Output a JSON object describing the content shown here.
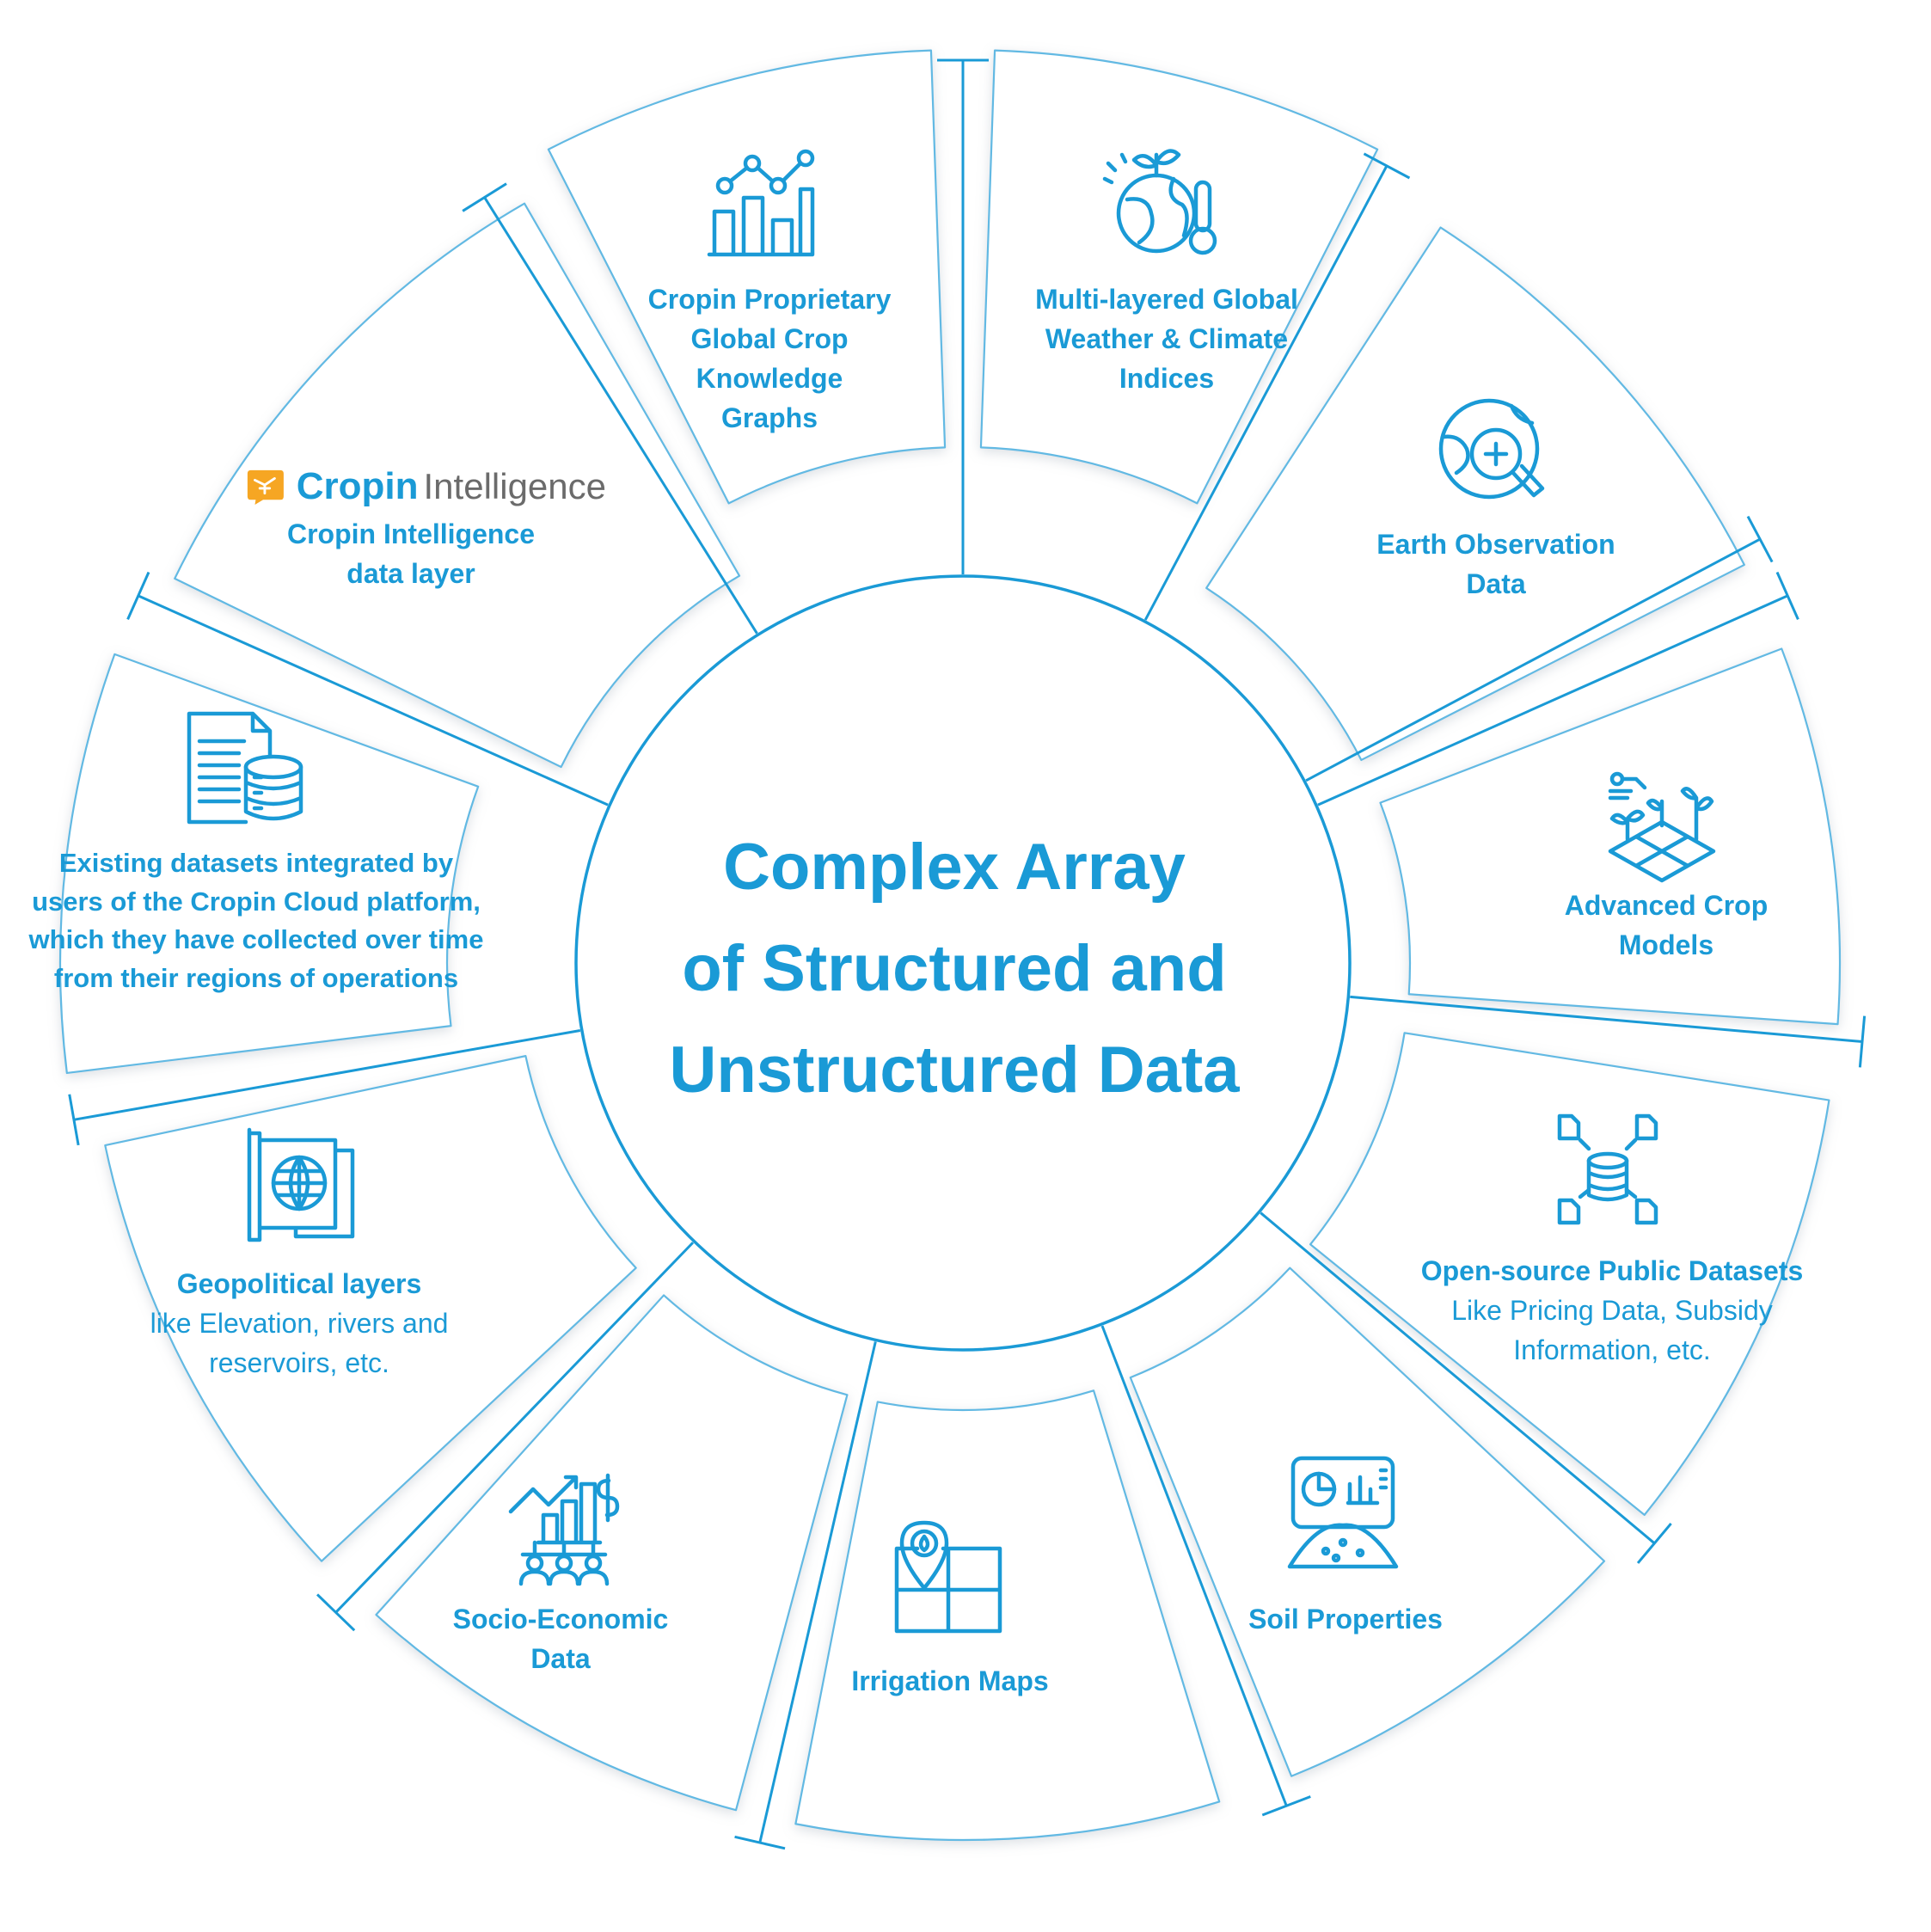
{
  "center": {
    "lines": [
      "Complex Array",
      "of Structured and",
      "Unstructured Data"
    ]
  },
  "segments": [
    {
      "id": "proprietary-graphs",
      "icon": "bar-line-chart-icon",
      "lines": [
        "Cropin Proprietary",
        "Global Crop",
        "Knowledge",
        "Graphs"
      ]
    },
    {
      "id": "weather-climate",
      "icon": "globe-thermometer-icon",
      "lines": [
        "Multi-layered Global",
        "Weather & Climate",
        "Indices"
      ]
    },
    {
      "id": "earth-observation",
      "icon": "globe-magnifier-icon",
      "lines": [
        "Earth Observation",
        "Data"
      ]
    },
    {
      "id": "crop-models",
      "icon": "crop-field-grid-icon",
      "lines": [
        "Advanced Crop",
        "Models"
      ]
    },
    {
      "id": "open-source-datasets",
      "icon": "database-network-icon",
      "lines": [
        "Open-source Public Datasets"
      ],
      "sub": [
        "Like Pricing Data, Subsidy",
        "Information, etc."
      ]
    },
    {
      "id": "soil-properties",
      "icon": "soil-dashboard-icon",
      "lines": [
        "Soil Properties"
      ]
    },
    {
      "id": "irrigation-maps",
      "icon": "map-water-pin-icon",
      "lines": [
        "Irrigation Maps"
      ]
    },
    {
      "id": "socio-economic",
      "icon": "growth-people-dollar-icon",
      "lines": [
        "Socio-Economic",
        "Data"
      ]
    },
    {
      "id": "geopolitical-layers",
      "icon": "globe-banner-icon",
      "lines": [
        "Geopolitical layers"
      ],
      "sub": [
        "like Elevation, rivers and",
        "reservoirs, etc."
      ]
    },
    {
      "id": "existing-datasets",
      "icon": "document-database-icon",
      "lines": [
        "Existing datasets integrated by",
        "users of the Cropin Cloud platform,",
        "which they have collected over time",
        "from their regions of operations"
      ]
    },
    {
      "id": "cropin-intelligence",
      "icon": "cropin-logo-icon",
      "brand": {
        "part1": "Cropin",
        "part2": "Intelligence"
      },
      "lines": [
        "Cropin Intelligence",
        "data layer"
      ]
    }
  ],
  "colors": {
    "accent": "#1a9ad6",
    "outline": "#62b9e3",
    "brand_orange": "#f6a623",
    "brand_gray": "#6b6b6b"
  }
}
